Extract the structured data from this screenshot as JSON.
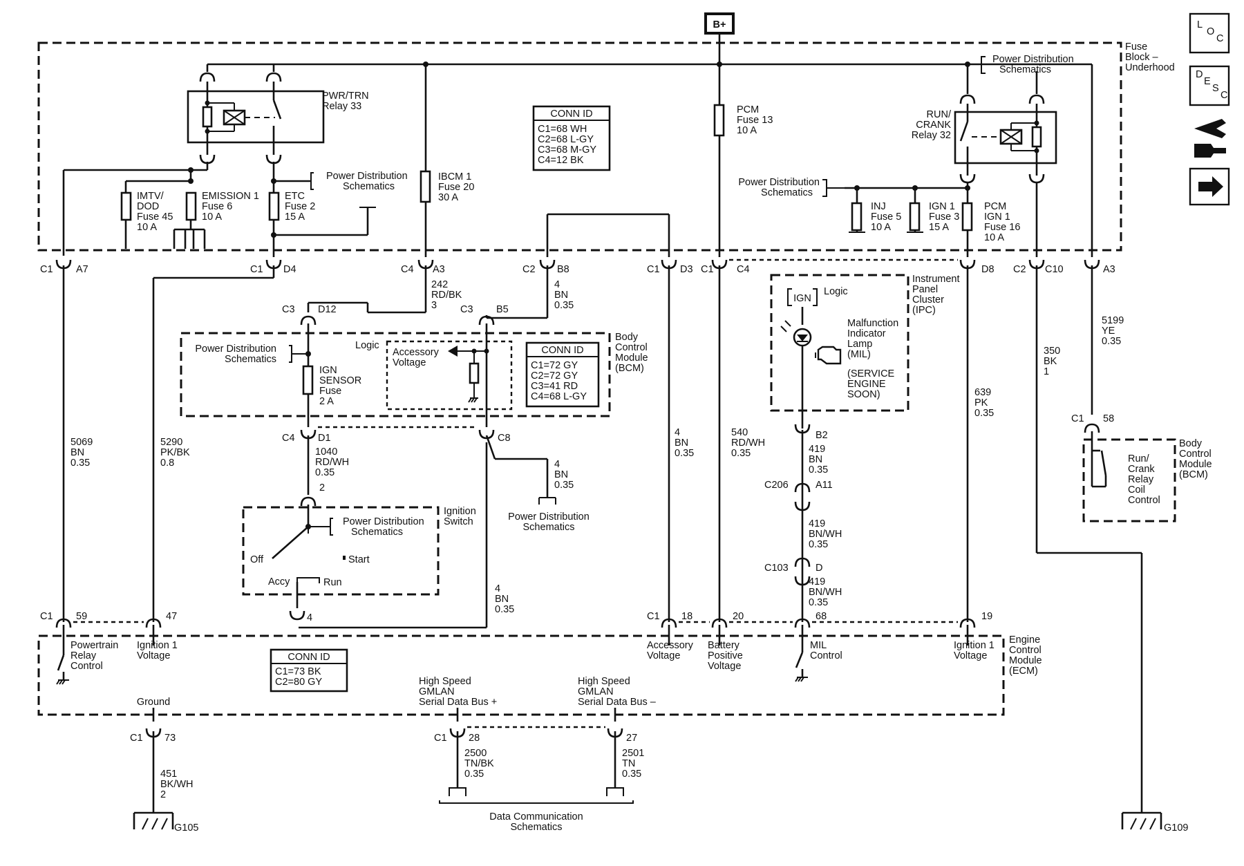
{
  "supply": {
    "label": "B+"
  },
  "fuse_block": {
    "title": [
      "Fuse",
      "Block –",
      "Underhood"
    ]
  },
  "nav_icons": {
    "loc": [
      "L",
      "O",
      "C"
    ],
    "desc": [
      "D",
      "E",
      "S",
      "C"
    ]
  },
  "pwr_trn_relay": {
    "label": [
      "PWR/TRN",
      "Relay 33"
    ]
  },
  "run_crank_relay": {
    "label": [
      "RUN/",
      "CRANK",
      "Relay 32"
    ]
  },
  "pds": [
    "Power Distribution",
    "Schematics"
  ],
  "fuses": {
    "imtv": [
      "IMTV/",
      "DOD",
      "Fuse 45",
      "10 A"
    ],
    "emission": [
      "EMISSION 1",
      "Fuse 6",
      "10 A"
    ],
    "etc": [
      "ETC",
      "Fuse 2",
      "15 A"
    ],
    "ibcm": [
      "IBCM 1",
      "Fuse 20",
      "30 A"
    ],
    "pcm13": [
      "PCM",
      "Fuse 13",
      "10 A"
    ],
    "inj": [
      "INJ",
      "Fuse 5",
      "10 A"
    ],
    "ign1": [
      "IGN 1",
      "Fuse 3",
      "15 A"
    ],
    "pcm_ign": [
      "PCM",
      "IGN 1",
      "Fuse 16",
      "10 A"
    ],
    "ign_sensor": [
      "IGN",
      "SENSOR",
      "Fuse",
      "2 A"
    ]
  },
  "conn_id_fuse": {
    "title": "CONN ID",
    "rows": [
      "C1=68 WH",
      "C2=68 L-GY",
      "C3=68 M-GY",
      "C4=12 BK"
    ]
  },
  "conn_id_bcm": {
    "title": "CONN ID",
    "rows": [
      "C1=72 GY",
      "C2=72 GY",
      "C3=41 RD",
      "C4=68 L-GY"
    ]
  },
  "conn_id_ecm": {
    "title": "CONN ID",
    "rows": [
      "C1=73 BK",
      "C2=80 GY"
    ]
  },
  "connectors": {
    "c1_a7": [
      "C1",
      "A7"
    ],
    "c1_d4": [
      "C1",
      "D4"
    ],
    "c4_a3": [
      "C4",
      "A3"
    ],
    "c2_b8": [
      "C2",
      "B8"
    ],
    "c1_d3": [
      "C1",
      "D3"
    ],
    "c1_c4": [
      "C1",
      "C4"
    ],
    "d8": "D8",
    "c2_c10": [
      "C2",
      "C10"
    ],
    "a3": "A3",
    "c3_d12": [
      "C3",
      "D12"
    ],
    "c3_b5": [
      "C3",
      "B5"
    ],
    "c4_d1": [
      "C4",
      "D1"
    ],
    "c8": "C8",
    "b2": "B2",
    "c206": [
      "C206",
      "A11"
    ],
    "c103": [
      "C103",
      "D"
    ],
    "c1_58": [
      "C1",
      "58"
    ],
    "c1_59": [
      "C1",
      "59"
    ],
    "p47": "47",
    "c1_18": [
      "C1",
      "18"
    ],
    "p20": "20",
    "p68": "68",
    "p19": "19",
    "c1_73": [
      "C1",
      "73"
    ],
    "c1_28": [
      "C1",
      "28"
    ],
    "p27": "27",
    "p2": "2",
    "p4": "4"
  },
  "wires": {
    "w242": [
      "242",
      "RD/BK",
      "3"
    ],
    "w4_bn_b8": [
      "4",
      "BN",
      "0.35"
    ],
    "w5199": [
      "5199",
      "YE",
      "0.35"
    ],
    "w350": [
      "350",
      "BK",
      "1"
    ],
    "w5069": [
      "5069",
      "BN",
      "0.35"
    ],
    "w5290": [
      "5290",
      "PK/BK",
      "0.8"
    ],
    "w4_bn_d3": [
      "4",
      "BN",
      "0.35"
    ],
    "w540": [
      "540",
      "RD/WH",
      "0.35"
    ],
    "w639": [
      "639",
      "PK",
      "0.35"
    ],
    "w1040": [
      "1040",
      "RD/WH",
      "0.35"
    ],
    "w4_bn_c8": [
      "4",
      "BN",
      "0.35"
    ],
    "w419a": [
      "419",
      "BN",
      "0.35"
    ],
    "w419b": [
      "419",
      "BN/WH",
      "0.35"
    ],
    "w419c": [
      "419",
      "BN/WH",
      "0.35"
    ],
    "w4_bn_sw": [
      "4",
      "BN",
      "0.35"
    ],
    "w451": [
      "451",
      "BK/WH",
      "2"
    ],
    "w2500": [
      "2500",
      "TN/BK",
      "0.35"
    ],
    "w2501": [
      "2501",
      "TN",
      "0.35"
    ]
  },
  "bcm": {
    "title": [
      "Body",
      "Control",
      "Module",
      "(BCM)"
    ],
    "logic": "Logic",
    "acc_voltage": [
      "Accessory",
      "Voltage"
    ]
  },
  "ipc": {
    "title": [
      "Instrument",
      "Panel",
      "Cluster",
      "(IPC)"
    ],
    "ign": "IGN",
    "logic": "Logic",
    "mil": [
      "Malfunction",
      "Indicator",
      "Lamp",
      "(MIL)"
    ],
    "service": [
      "(SERVICE",
      "ENGINE",
      "SOON)"
    ]
  },
  "ignition_switch": {
    "title": [
      "Ignition",
      "Switch"
    ],
    "off": "Off",
    "start": "Start",
    "accy": "Accy",
    "run": "Run"
  },
  "bcm_right": {
    "title": [
      "Body",
      "Control",
      "Module",
      "(BCM)"
    ],
    "coil": [
      "Run/",
      "Crank",
      "Relay",
      "Coil",
      "Control"
    ]
  },
  "ecm": {
    "title": [
      "Engine",
      "Control",
      "Module",
      "(ECM)"
    ],
    "prc": [
      "Powertrain",
      "Relay",
      "Control"
    ],
    "ign1_left": [
      "Ignition 1",
      "Voltage"
    ],
    "acc": [
      "Accessory",
      "Voltage"
    ],
    "batt": [
      "Battery",
      "Positive",
      "Voltage"
    ],
    "mil": [
      "MIL",
      "Control"
    ],
    "ign1_right": [
      "Ignition 1",
      "Voltage"
    ],
    "ground": "Ground",
    "hs_plus": [
      "High Speed",
      "GMLAN",
      "Serial Data Bus +"
    ],
    "hs_minus": [
      "High Speed",
      "GMLAN",
      "Serial Data Bus –"
    ]
  },
  "grounds": {
    "g105": "G105",
    "g109": "G109"
  },
  "data_comm": [
    "Data Communication",
    "Schematics"
  ]
}
